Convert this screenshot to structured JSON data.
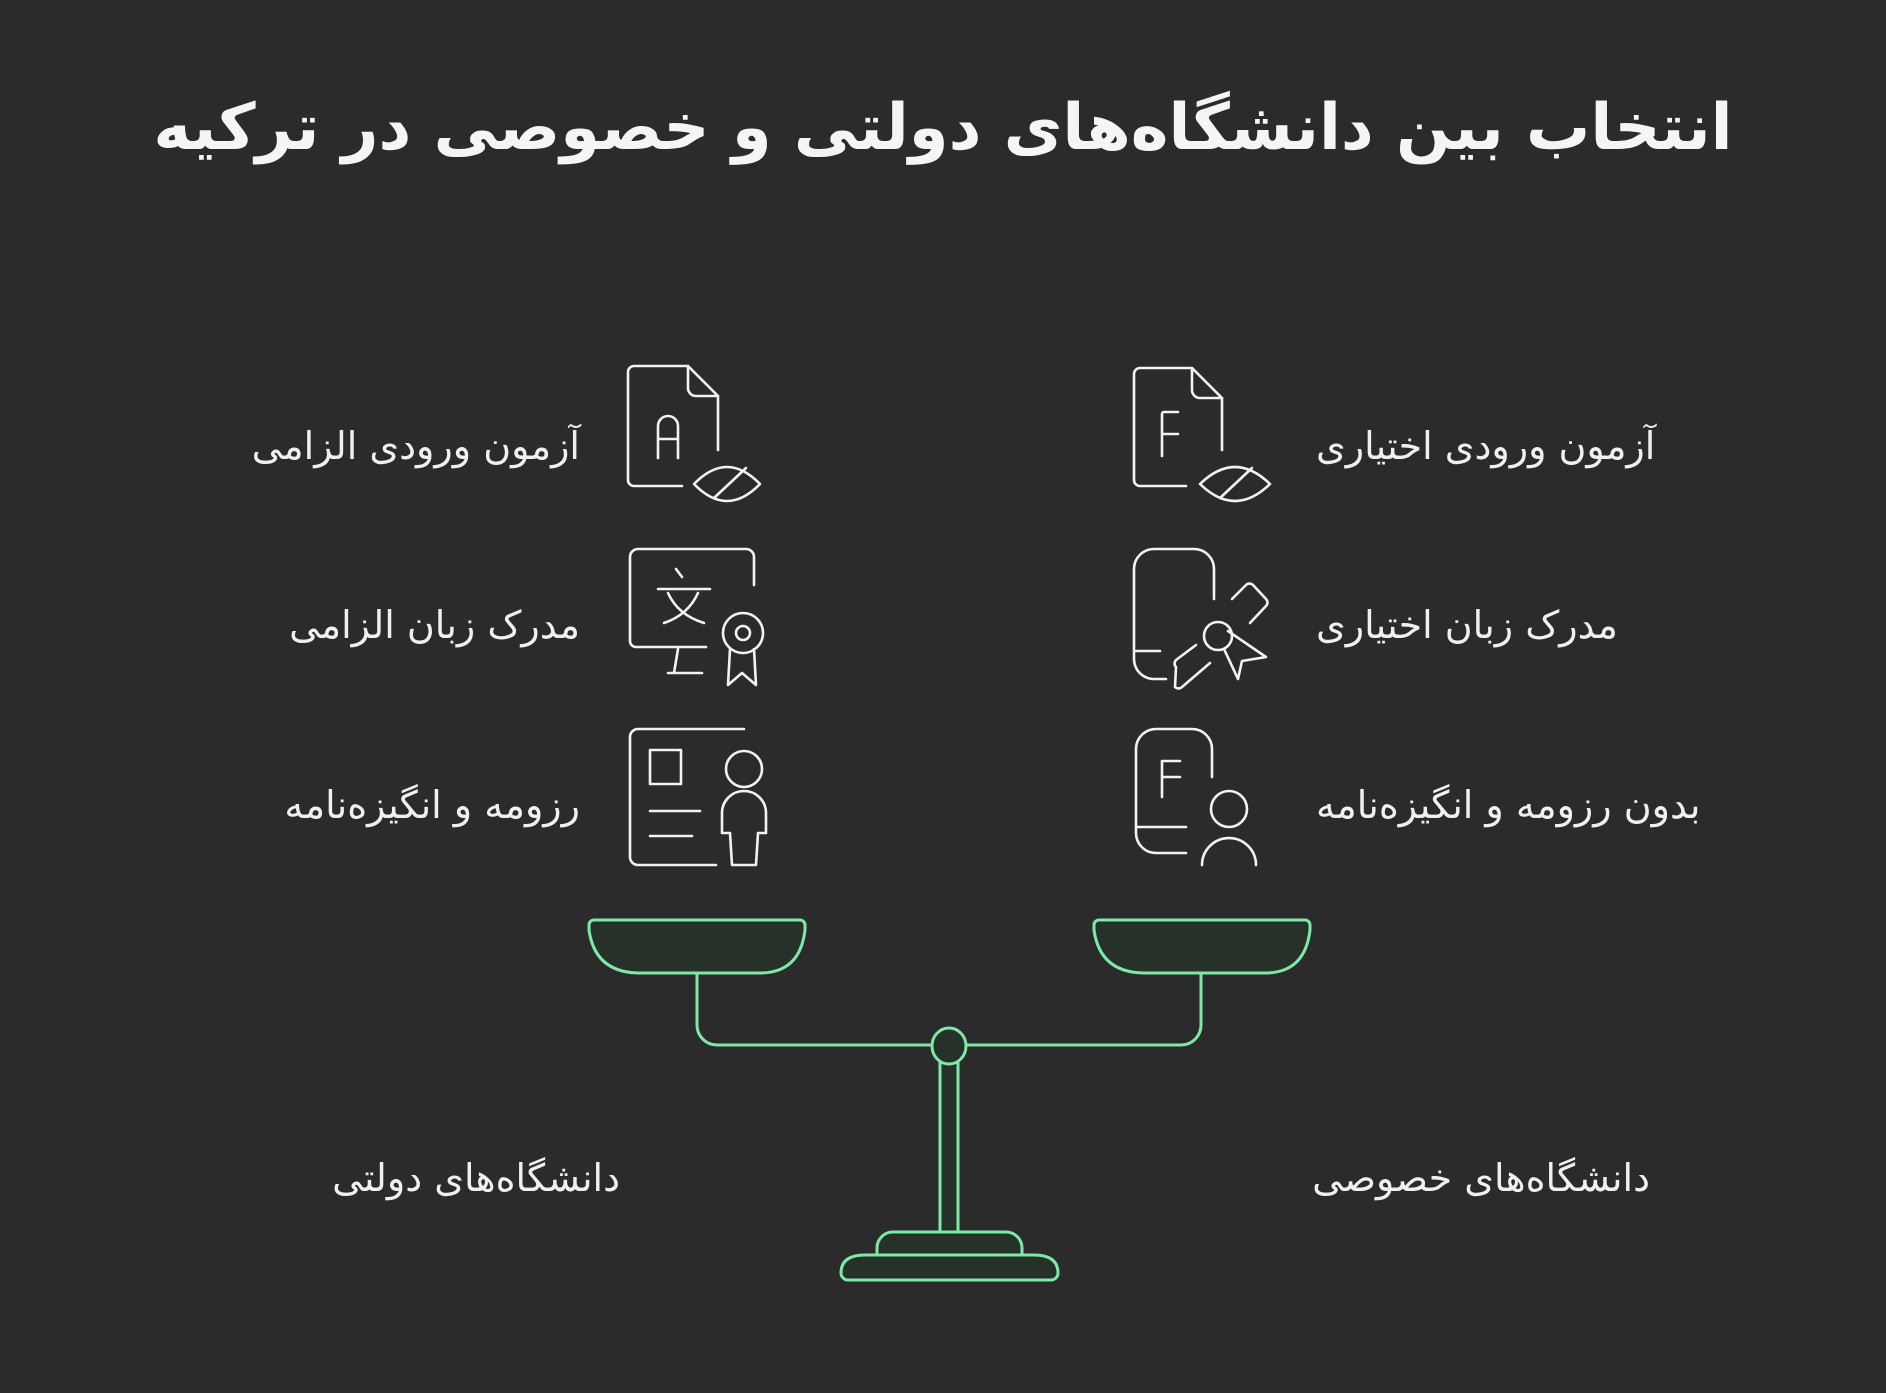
{
  "title": "انتخاب بین دانشگاه‌های دولتی و خصوصی در ترکیه",
  "colors": {
    "background": "#2b2b2b",
    "text": "#f2f2f2",
    "scale_stroke": "#7ee8a8",
    "scale_fill": "#263229",
    "icon_stroke": "#f2f2f2"
  },
  "left_side": {
    "heading": "دانشگاه‌های دولتی",
    "items": [
      {
        "label": "آزمون ورودی الزامی",
        "icon": "document-a-hidden-icon"
      },
      {
        "label": "مدرک زبان الزامی",
        "icon": "language-certificate-monitor-icon"
      },
      {
        "label": "رزومه و انگیزه‌نامه",
        "icon": "resume-profile-icon"
      }
    ]
  },
  "right_side": {
    "heading": "دانشگاه‌های خصوصی",
    "items": [
      {
        "label": "آزمون ورودی اختیاری",
        "icon": "document-f-hidden-icon"
      },
      {
        "label": "مدرک زبان اختیاری",
        "icon": "certificate-ribbon-icon"
      },
      {
        "label": "بدون رزومه و انگیزه‌نامه",
        "icon": "form-user-icon"
      }
    ]
  }
}
